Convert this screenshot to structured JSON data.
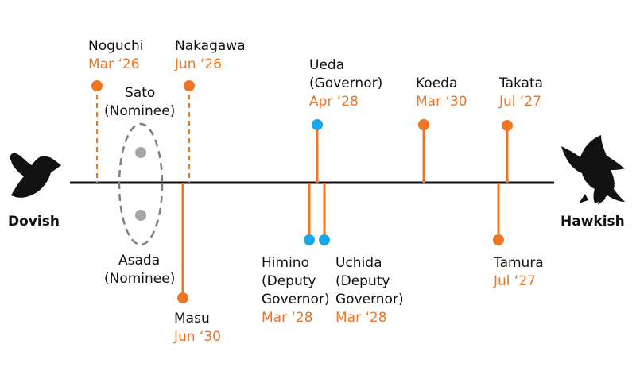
{
  "scale": {
    "dovish_label": "Dovish",
    "hawkish_label": "Hawkish"
  },
  "colors": {
    "orange": "#f07522",
    "blue": "#1aa7e8",
    "gray": "#a6a6a6",
    "axis": "#111111",
    "text": "#111111"
  },
  "icons": {
    "dovish": "dove-icon",
    "hawkish": "hawk-icon"
  },
  "members": [
    {
      "name": "Noguchi",
      "date": "Mar ‘26",
      "role": ""
    },
    {
      "name": "Nakagawa",
      "date": "Jun ‘26",
      "role": ""
    },
    {
      "name": "Sato",
      "role": "(Nominee)",
      "date": ""
    },
    {
      "name": "Asada",
      "role": "(Nominee)",
      "date": ""
    },
    {
      "name": "Masu",
      "date": "Jun ‘30",
      "role": ""
    },
    {
      "name": "Himino",
      "role_lines": [
        "(Deputy",
        "Governor)"
      ],
      "date": "Mar ‘28"
    },
    {
      "name": "Uchida",
      "role_lines": [
        "(Deputy",
        "Governor)"
      ],
      "date": "Mar ‘28"
    },
    {
      "name": "Ueda",
      "role": "(Governor)",
      "date": "Apr ‘28"
    },
    {
      "name": "Koeda",
      "date": "Mar ‘30",
      "role": ""
    },
    {
      "name": "Takata",
      "date": "Jul ‘27",
      "role": ""
    },
    {
      "name": "Tamura",
      "date": "Jul ‘27",
      "role": ""
    }
  ]
}
